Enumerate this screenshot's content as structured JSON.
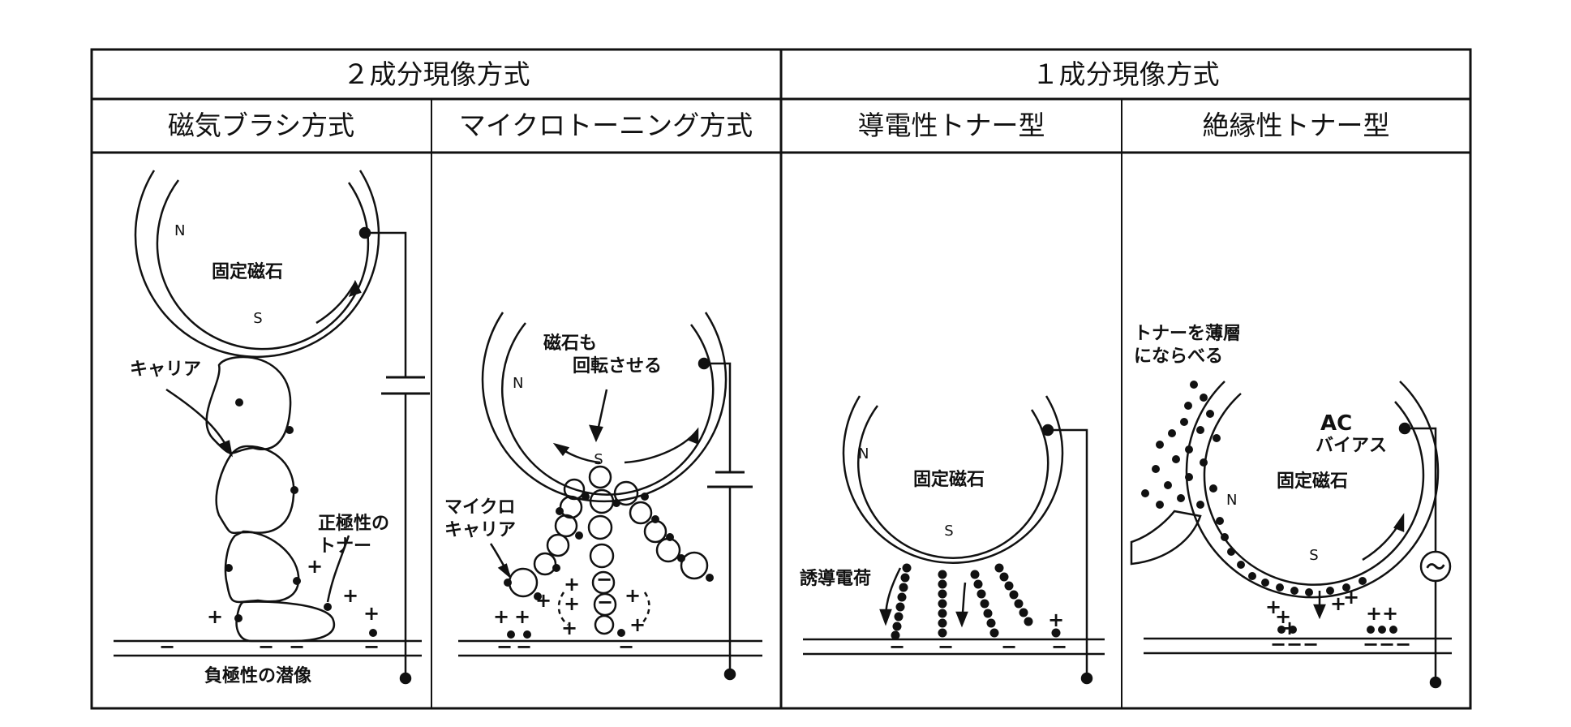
{
  "headers": {
    "two_component": "２成分現像方式",
    "one_component": "１成分現像方式"
  },
  "subheaders": {
    "magnetic_brush": "磁気ブラシ方式",
    "micro_toning": "マイクロトーニング方式",
    "conductive_toner": "導電性トナー型",
    "insulating_toner": "絶縁性トナー型"
  },
  "panel1": {
    "magnet": "固定磁石",
    "pole_n": "N",
    "pole_s": "S",
    "carrier": "キャリア",
    "toner_line1": "正極性の",
    "toner_line2": "トナー",
    "latent_image": "負極性の潜像",
    "plus": "+",
    "minus": "−"
  },
  "panel2": {
    "magnet_line1": "磁石も",
    "magnet_line2": "回転させる",
    "pole_n": "N",
    "pole_s": "S",
    "micro_line1": "マイクロ",
    "micro_line2": "キャリア",
    "plus": "+",
    "minus": "−"
  },
  "panel3": {
    "magnet": "固定磁石",
    "pole_n": "N",
    "pole_s": "S",
    "induced_charge": "誘導電荷",
    "plus": "+",
    "minus": "−"
  },
  "panel4": {
    "thin_line1": "トナーを薄層",
    "thin_line2": "にならべる",
    "ac_line1": "AC",
    "ac_line2": "バイアス",
    "magnet": "固定磁石",
    "pole_n": "N",
    "pole_s": "S",
    "ac_symbol": "～",
    "plus": "+",
    "minus": "−"
  }
}
